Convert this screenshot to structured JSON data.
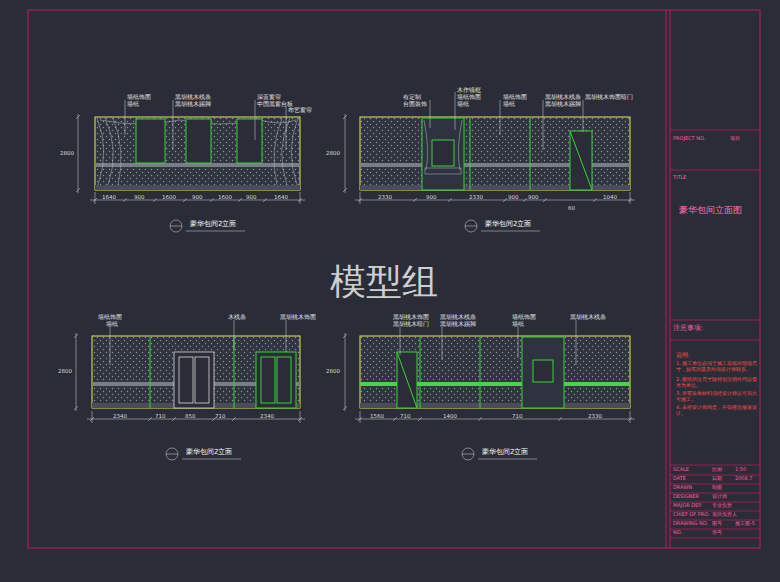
{
  "diagram": {
    "title": "豪华包间立面图",
    "labels": [
      "模型组",
      "墙纸饰面",
      "墙纸",
      "黑胡桃木线条",
      "黑胡桃木踢脚",
      "深蓝窗帘",
      "中国黑窗台板",
      "布艺窗帘",
      "2800",
      "1640",
      "900",
      "1600",
      "900",
      "1600",
      "900",
      "1640",
      "豪华包间2立面",
      "木作镜框",
      "有定制",
      "墙纸饰面",
      "台面装饰",
      "墙纸",
      "墙纸饰面",
      "墙纸",
      "黑胡桃木线条",
      "黑胡桃木踢脚",
      "黑胡桃木饰面暗门",
      "2800",
      "2330",
      "900",
      "2330",
      "900",
      "900",
      "1040",
      "60",
      "豪华包间2立面",
      "墙纸饰面",
      "墙纸",
      "木线条",
      "黑胡桃木饰面",
      "2800",
      "2340",
      "710",
      "850",
      "710",
      "2340",
      "豪华包间2立面",
      "黑胡桃木饰面",
      "黑胡桃木暗门",
      "黑胡桃木线条",
      "黑胡桃木踢脚",
      "墙纸饰面",
      "墙纸",
      "黑胡桃木线条",
      "2800",
      "1560",
      "710",
      "1400",
      "710",
      "2330",
      "豪华包间2立面",
      "PROJECT NO.",
      "项目",
      "TITLE",
      "注意事项:",
      "说明:",
      "1. 施工单位必须于施工前核对现场尺寸，如有问题及时与设计师联系。",
      "2. 图纸所注尺寸除特别注明外均以毫米为单位。",
      "3. 所有装饰材料须经设计师认可后方可施工。",
      "4. 未经设计师同意，不得擅自修改设计。",
      "SCALE",
      "比例",
      "1:50",
      "DATE",
      "日期",
      "2008.7",
      "DRAWN",
      "制图",
      "DESIGNER",
      "设计师",
      "MAJOR DEP.",
      "专业负责",
      "CHIEF OF PRO.",
      "项目负责人",
      "DRAWING NO.",
      "图号",
      "施工图-5",
      "NO.",
      "序号"
    ]
  }
}
